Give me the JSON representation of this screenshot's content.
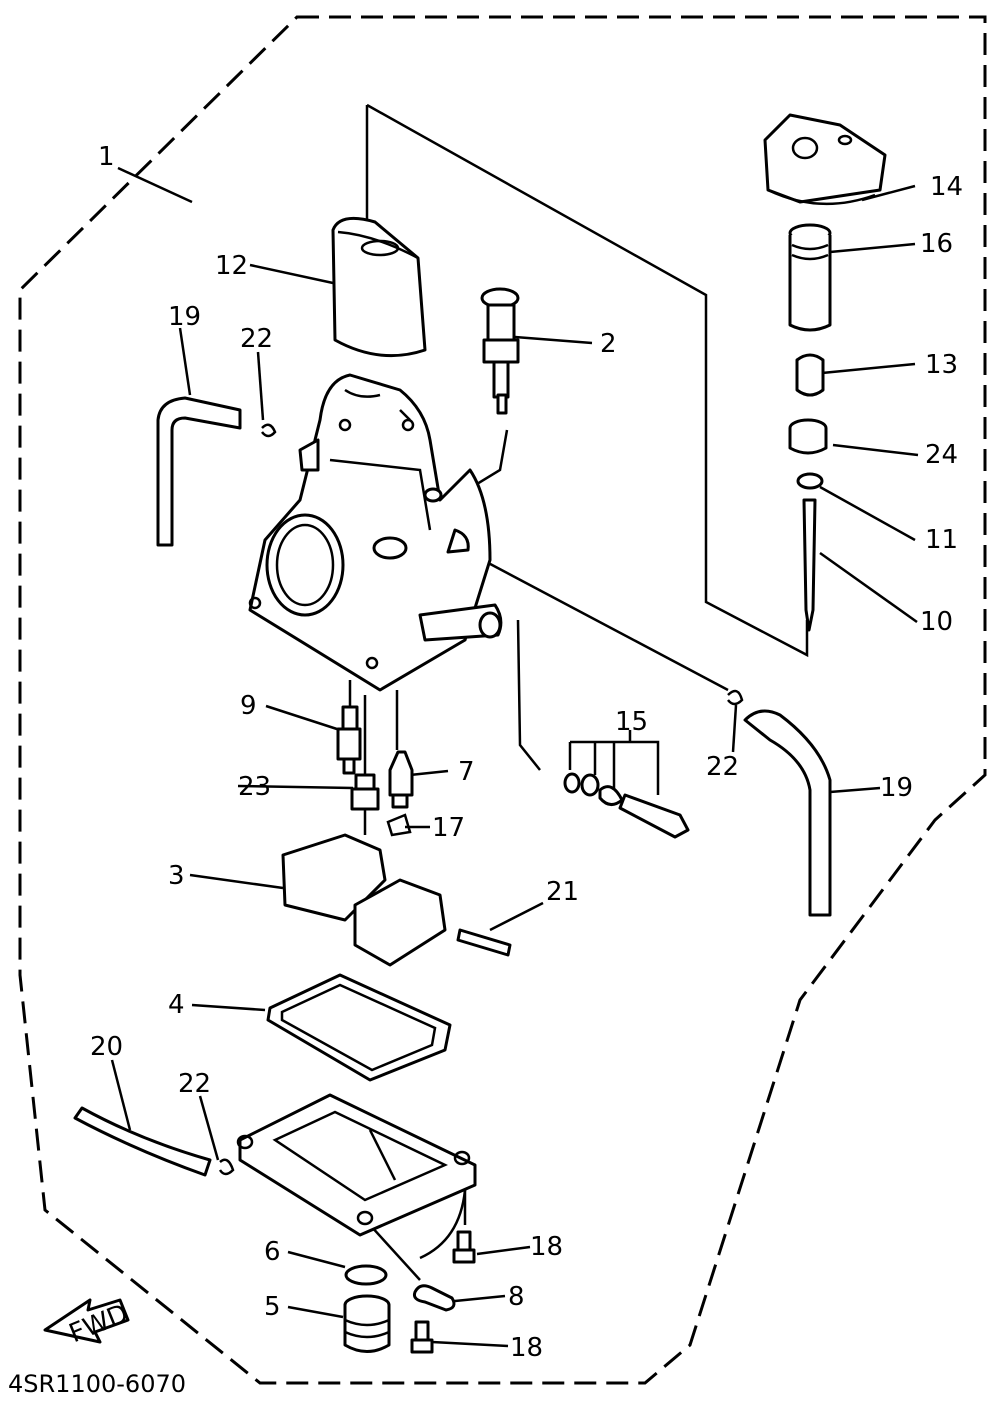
{
  "callouts": {
    "c1": "1",
    "c2": "2",
    "c3": "3",
    "c4": "4",
    "c5": "5",
    "c6": "6",
    "c7": "7",
    "c8": "8",
    "c9": "9",
    "c10": "10",
    "c11": "11",
    "c12": "12",
    "c13": "13",
    "c14": "14",
    "c15": "15",
    "c16": "16",
    "c17": "17",
    "c18a": "18",
    "c18b": "18",
    "c19a": "19",
    "c19b": "19",
    "c20": "20",
    "c21": "21",
    "c22a": "22",
    "c22b": "22",
    "c22c": "22",
    "c23": "23",
    "c24": "24"
  },
  "fwd_label": "FWD",
  "diagram_code": "4SR1100-6070",
  "icons": {
    "fwd_arrow": "fwd-arrow-icon"
  }
}
